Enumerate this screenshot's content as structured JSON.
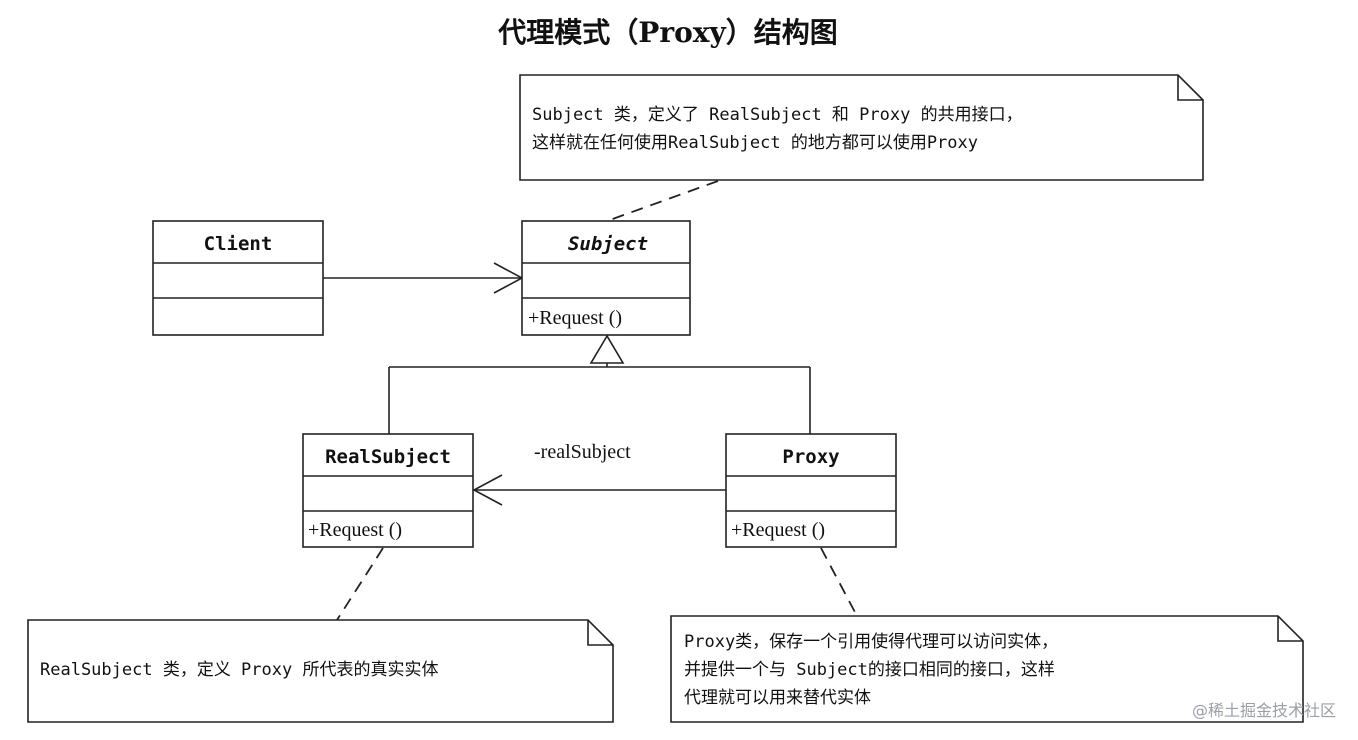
{
  "title": "代理模式（Proxy）结构图",
  "classes": {
    "client": {
      "name": "Client"
    },
    "subject": {
      "name": "Subject",
      "method": "+Request ()"
    },
    "real_subject": {
      "name": "RealSubject",
      "method": "+Request ()"
    },
    "proxy": {
      "name": "Proxy",
      "method": "+Request ()"
    }
  },
  "association_label": "-realSubject",
  "notes": {
    "subject": [
      "Subject 类，定义了 RealSubject 和 Proxy 的共用接口，",
      "这样就在任何使用RealSubject 的地方都可以使用Proxy"
    ],
    "real_subject": [
      "RealSubject 类，定义 Proxy 所代表的真实实体"
    ],
    "proxy": [
      "Proxy类，保存一个引用使得代理可以访问实体，",
      "并提供一个与 Subject的接口相同的接口，这样",
      "代理就可以用来替代实体"
    ]
  },
  "watermark": "@稀土掘金技术社区"
}
